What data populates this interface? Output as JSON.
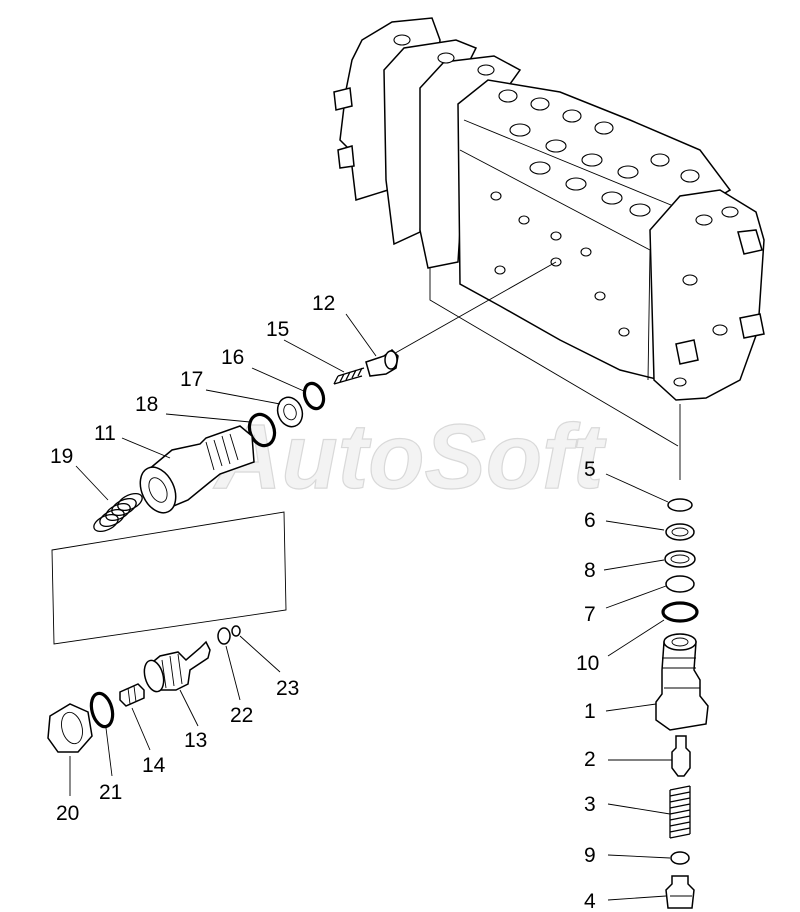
{
  "watermark": "AutoSoft",
  "callouts": {
    "c1": "1",
    "c2": "2",
    "c3": "3",
    "c4": "4",
    "c5": "5",
    "c6": "6",
    "c7": "7",
    "c8": "8",
    "c9": "9",
    "c10": "10",
    "c11": "11",
    "c12": "12",
    "c13": "13",
    "c14": "14",
    "c15": "15",
    "c16": "16",
    "c17": "17",
    "c18": "18",
    "c19": "19",
    "c20": "20",
    "c21": "21",
    "c22": "22",
    "c23": "23"
  }
}
